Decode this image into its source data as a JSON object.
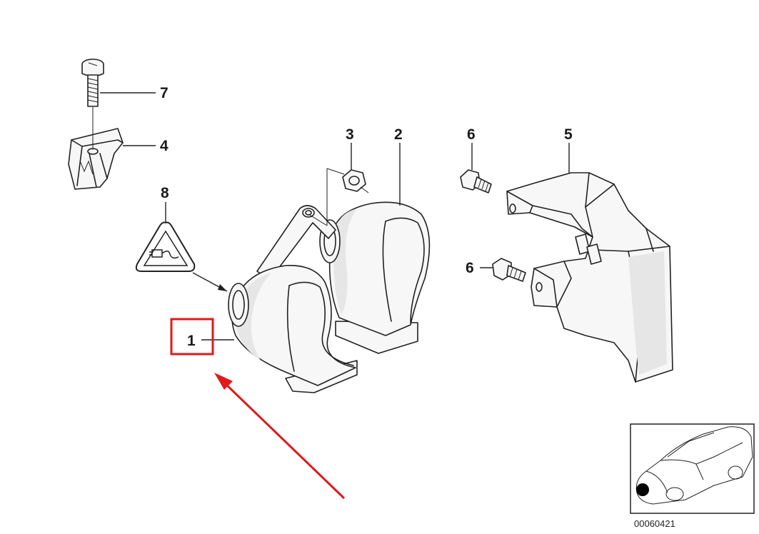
{
  "callouts": {
    "c1": "1",
    "c2": "2",
    "c3": "3",
    "c4": "4",
    "c5": "5",
    "c6a": "6",
    "c6b": "6",
    "c7": "7",
    "c8": "8"
  },
  "reference_number": "00060421",
  "highlight_color": "#e0191b",
  "icons": {
    "warning_label": "electrical-plug-warning-icon",
    "car_locator": "car-locator-icon"
  }
}
